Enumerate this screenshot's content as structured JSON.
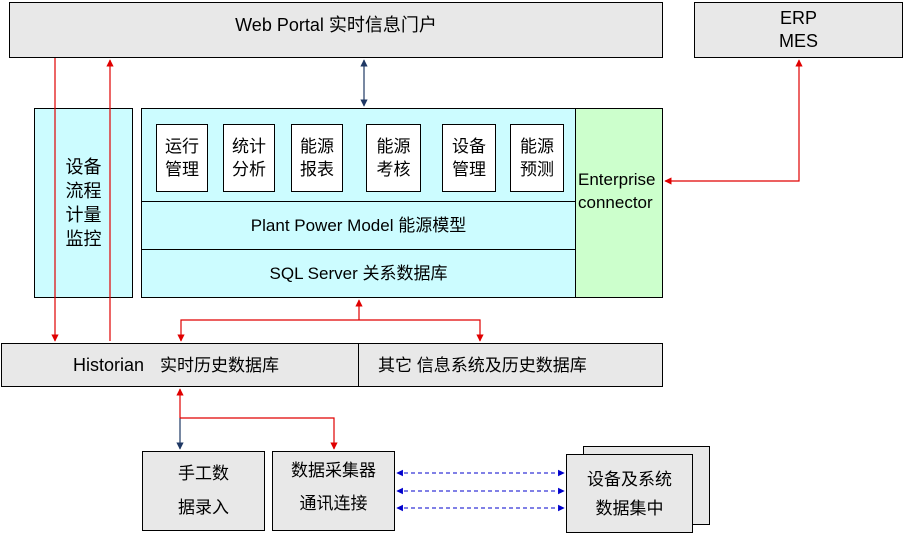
{
  "top": {
    "web_portal": "Web Portal 实时信息门户",
    "erp_mes": "ERP\nMES"
  },
  "left": {
    "monitor": "设备\n流程\n计量\n监控"
  },
  "platform": {
    "modules": [
      "运行\n管理",
      "统计\n分析",
      "能源\n报表",
      "能源\n考核",
      "设备\n管理",
      "能源\n预测"
    ],
    "model": "Plant Power Model 能源模型",
    "database": "SQL Server 关系数据库",
    "connector": "Enterprise\nconnector"
  },
  "historian": {
    "label": "Historian",
    "db": "实时历史数据库",
    "other": "其它 信息系统及历史数据库"
  },
  "bottom": {
    "manual": "手工数\n据录入",
    "collector_title": "数据采集器",
    "collector_sub": "通讯连接",
    "equipment": "设备及系统\n数据集中"
  },
  "colors": {
    "box_gray": "#e8e8e8",
    "box_cyan": "#ccfcff",
    "box_green": "#ccffcc",
    "arrow_red": "#e00000",
    "arrow_navy": "#1f3864",
    "arrow_blue": "#0000cc"
  }
}
